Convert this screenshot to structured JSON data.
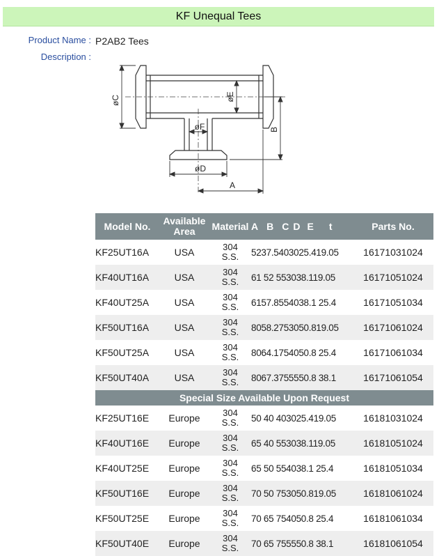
{
  "page": {
    "title": "KF Unequal Tees",
    "product_name_label": "Product Name :",
    "product_name": "P2AB2 Tees",
    "description_label": "Description :"
  },
  "diagram": {
    "labels": {
      "c": "øC",
      "e": "øE",
      "f": "øF",
      "d": "øD",
      "a": "A",
      "b": "B"
    }
  },
  "table": {
    "headers": {
      "model": "Model No.",
      "area_line1": "Available",
      "area_line2": "Area",
      "material": "Material",
      "a": "A",
      "b": "B",
      "c": "C",
      "d": "D",
      "e": "E",
      "t": "t",
      "parts": "Parts No."
    },
    "special_note": "Special Size Available Upon Request",
    "usa_rows": [
      {
        "model": "KF25UT16A",
        "area": "USA",
        "mat1": "304",
        "mat2": "S.S.",
        "dims": "5237.5403025.419.05",
        "parts": "16171031024"
      },
      {
        "model": "KF40UT16A",
        "area": "USA",
        "mat1": "304",
        "mat2": "S.S.",
        "dims": "61 52 553038.119.05",
        "parts": "16171051024"
      },
      {
        "model": "KF40UT25A",
        "area": "USA",
        "mat1": "304",
        "mat2": "S.S.",
        "dims": "6157.8554038.1 25.4",
        "parts": "16171051034"
      },
      {
        "model": "KF50UT16A",
        "area": "USA",
        "mat1": "304",
        "mat2": "S.S.",
        "dims": "8058.2753050.819.05",
        "parts": "16171061024"
      },
      {
        "model": "KF50UT25A",
        "area": "USA",
        "mat1": "304",
        "mat2": "S.S.",
        "dims": "8064.1754050.8 25.4",
        "parts": "16171061034"
      },
      {
        "model": "KF50UT40A",
        "area": "USA",
        "mat1": "304",
        "mat2": "S.S.",
        "dims": "8067.3755550.8 38.1",
        "parts": "16171061054"
      }
    ],
    "europe_rows": [
      {
        "model": "KF25UT16E",
        "area": "Europe",
        "mat1": "304",
        "mat2": "S.S.",
        "dims": "50 40 403025.419.05",
        "parts": "16181031024"
      },
      {
        "model": "KF40UT16E",
        "area": "Europe",
        "mat1": "304",
        "mat2": "S.S.",
        "dims": "65 40 553038.119.05",
        "parts": "16181051024"
      },
      {
        "model": "KF40UT25E",
        "area": "Europe",
        "mat1": "304",
        "mat2": "S.S.",
        "dims": "65 50 554038.1 25.4",
        "parts": "16181051034"
      },
      {
        "model": "KF50UT16E",
        "area": "Europe",
        "mat1": "304",
        "mat2": "S.S.",
        "dims": "70 50 753050.819.05",
        "parts": "16181061024"
      },
      {
        "model": "KF50UT25E",
        "area": "Europe",
        "mat1": "304",
        "mat2": "S.S.",
        "dims": "70 65 754050.8 25.4",
        "parts": "16181061034"
      },
      {
        "model": "KF50UT40E",
        "area": "Europe",
        "mat1": "304",
        "mat2": "S.S.",
        "dims": "70 65 755550.8 38.1",
        "parts": "16181061054"
      }
    ]
  }
}
